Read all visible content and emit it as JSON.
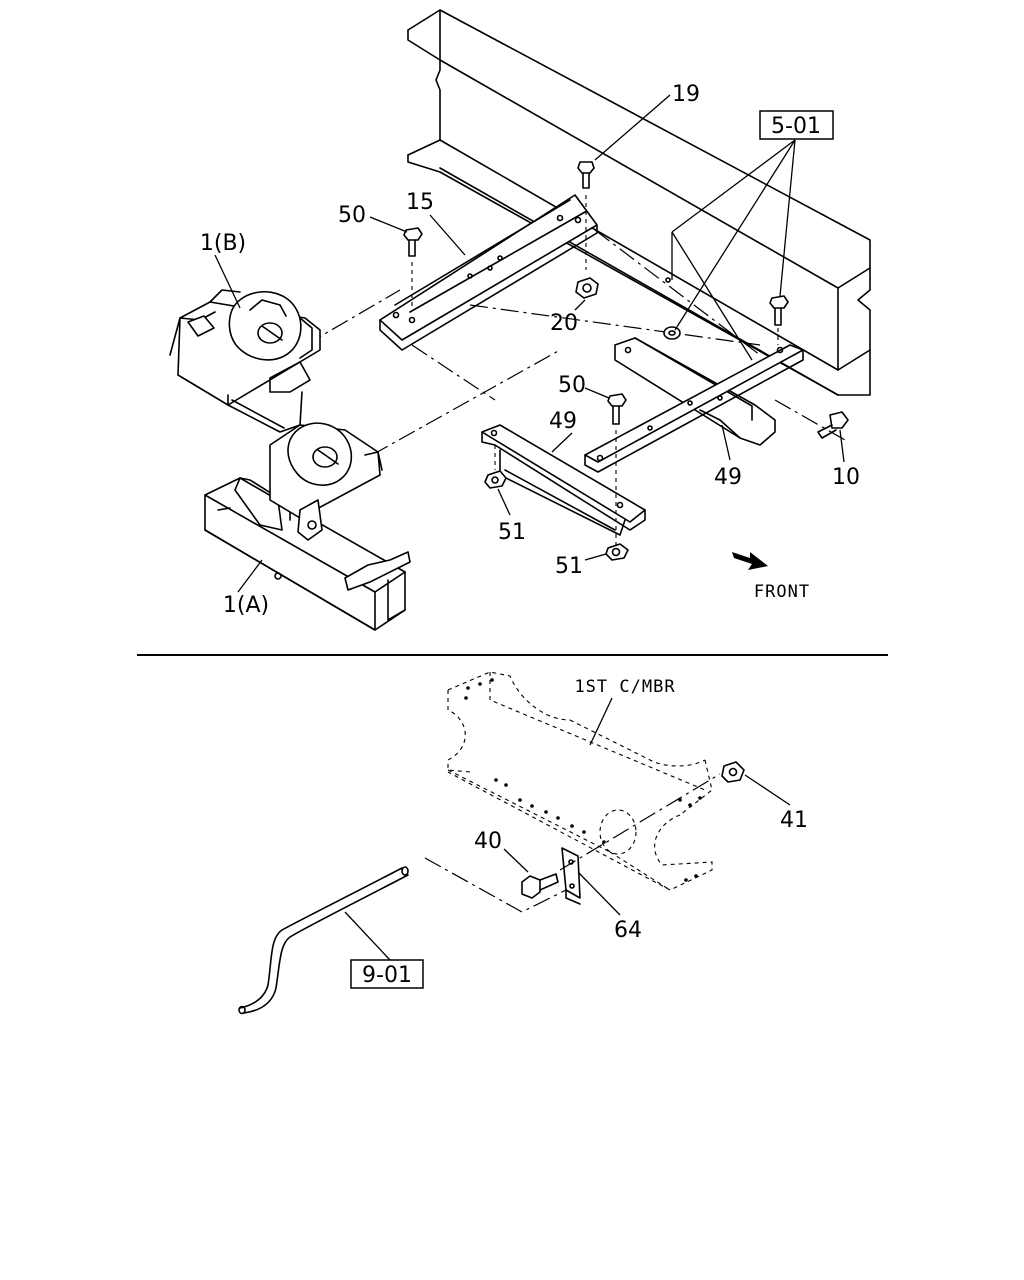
{
  "upper_view": {
    "callouts": {
      "bolt_19": "19",
      "ref_5_01": "5-01",
      "bolt_50_left": "50",
      "bracket_15": "15",
      "winch_1b": "1(B)",
      "nut_20": "20",
      "bolt_50_center": "50",
      "bracket_49_left": "49",
      "bracket_49_right": "49",
      "bolt_10": "10",
      "nut_51_upper": "51",
      "nut_51_lower": "51",
      "winch_1a": "1(A)"
    },
    "direction_label": "FRONT"
  },
  "lower_view": {
    "member_label": "1ST C/MBR",
    "callouts": {
      "nut_41": "41",
      "bolt_40": "40",
      "bracket_64": "64",
      "ref_9_01": "9-01"
    }
  }
}
